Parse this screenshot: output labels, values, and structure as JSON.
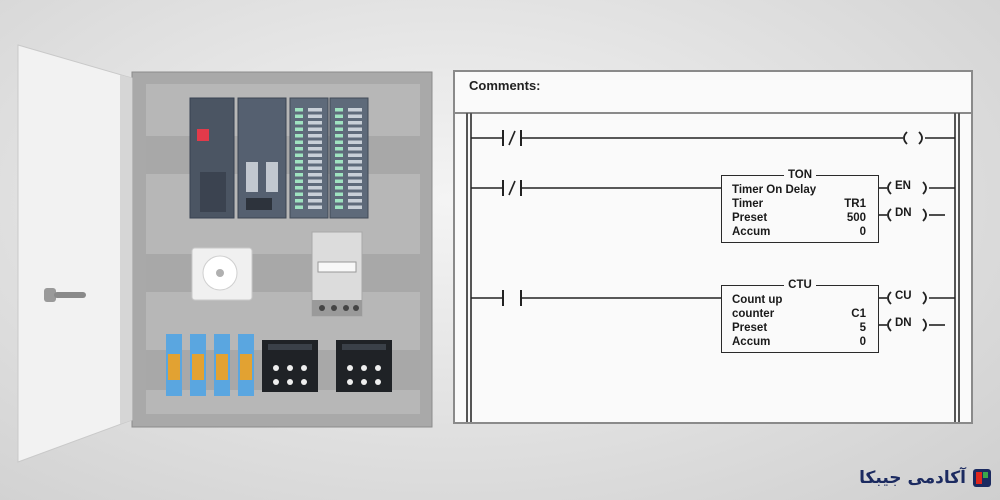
{
  "ladder": {
    "comments_label": "Comments:",
    "rungs": [
      {
        "contact": "normally-closed",
        "output": "coil"
      },
      {
        "contact": "normally-closed",
        "output": "timer"
      },
      {
        "contact": "normally-open",
        "output": "counter"
      }
    ],
    "timer_block": {
      "title": "TON",
      "line1": "Timer On Delay",
      "timer_label": "Timer",
      "timer_value": "TR1",
      "preset_label": "Preset",
      "preset_value": "500",
      "accum_label": "Accum",
      "accum_value": "0",
      "out_en": "EN",
      "out_dn": "DN"
    },
    "counter_block": {
      "title": "CTU",
      "line1": "Count up",
      "counter_label": "counter",
      "counter_value": "C1",
      "preset_label": "Preset",
      "preset_value": "5",
      "accum_label": "Accum",
      "accum_value": "0",
      "out_cu": "CU",
      "out_dn": "DN"
    }
  },
  "logo": {
    "text": "آکادمی جیبکا",
    "accent_red": "#e0261c",
    "accent_green": "#3aa64a"
  }
}
